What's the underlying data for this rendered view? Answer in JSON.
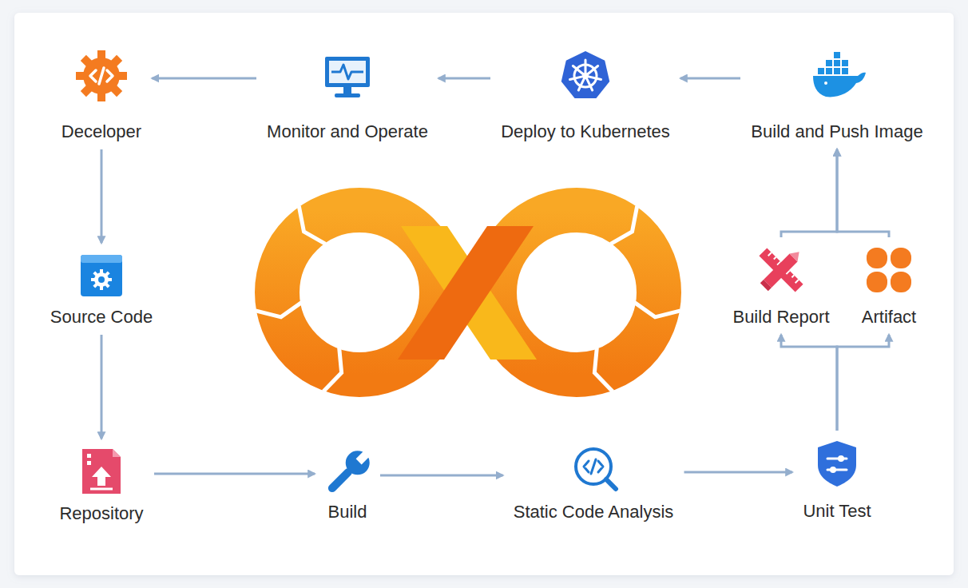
{
  "diagram": {
    "nodes": [
      {
        "text": [
          "Deceloper"
        ]
      },
      {
        "text": [
          "Monitor and Operate"
        ]
      },
      {
        "text": [
          "Deploy to Kubernetes"
        ]
      },
      {
        "text": [
          "Build and Push Image"
        ]
      },
      {
        "text": [
          "Source Code"
        ]
      },
      {
        "text": [
          "Build Report"
        ]
      },
      {
        "text": [
          "Artifact"
        ]
      },
      {
        "text": [
          "Repository"
        ]
      },
      {
        "text": [
          "Build"
        ]
      },
      {
        "text": [
          "Static Code Analysis"
        ]
      },
      {
        "text": [
          "Unit Test"
        ]
      }
    ],
    "edges": [
      {
        "from": 0,
        "to": 4,
        "arrow": "to"
      },
      {
        "from": 4,
        "to": 7,
        "arrow": "to"
      },
      {
        "from": 7,
        "to": 8,
        "arrow": "to"
      },
      {
        "from": 8,
        "to": 9,
        "arrow": "to"
      },
      {
        "from": 9,
        "to": 10,
        "arrow": "to"
      },
      {
        "from": 10,
        "to": 5,
        "arrow": "to"
      },
      {
        "from": 10,
        "to": 6,
        "arrow": "to"
      },
      {
        "from": 5,
        "to": 3,
        "arrow": "to"
      },
      {
        "from": 6,
        "to": 3,
        "arrow": "to"
      },
      {
        "from": 3,
        "to": 2,
        "arrow": "to"
      },
      {
        "from": 2,
        "to": 1,
        "arrow": "to"
      },
      {
        "from": 1,
        "to": 0,
        "arrow": "to"
      }
    ]
  }
}
